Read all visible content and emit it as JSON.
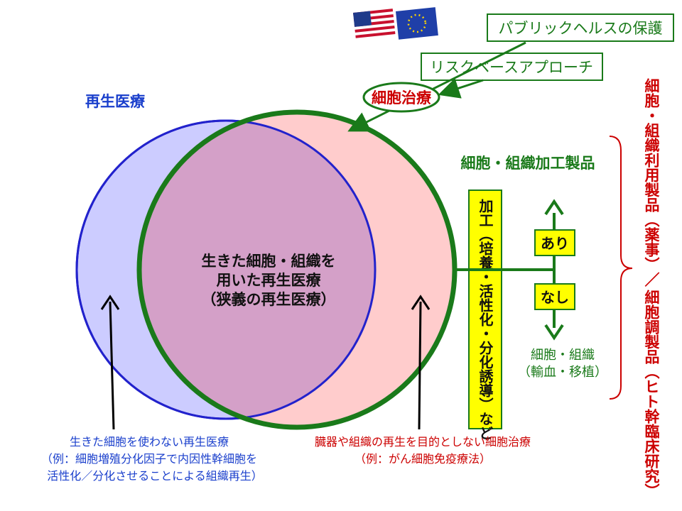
{
  "labels": {
    "public_health": "パブリックヘルスの保護",
    "risk_based": "リスクベースアプローチ",
    "cell_therapy": "細胞治療",
    "regenerative_medicine": "再生医療",
    "cell_tissue_products": "細胞・組織加工製品",
    "center_line1": "生きた細胞・組織を",
    "center_line2": "用いた再生医療",
    "center_line3": "（狭義の再生医療）",
    "processing_vertical": "加工︵培養・活性化・分化誘導︶など",
    "yes": "あり",
    "no": "なし",
    "transfusion_line1": "細胞・組織",
    "transfusion_line2": "（輸血・移植）",
    "right_vertical_line1": "細胞・組織利用製品︵薬事︶／",
    "right_vertical_line2": "細胞調製品︵ヒト幹臨床研究︶",
    "bottom_left_line1": "生きた細胞を使わない再生医療",
    "bottom_left_line2": "（例：細胞増殖分化因子で内因性幹細胞を",
    "bottom_left_line3": "活性化／分化させることによる組織再生）",
    "bottom_right_line1": "臓器や組織の再生を目的としない細胞治療",
    "bottom_right_line2": "（例：がん細胞免疫療法）"
  },
  "flags": [
    "us-flag",
    "eu-flag"
  ],
  "colors": {
    "blue_circle_fill": "#ccccff",
    "blue_circle_stroke": "#2222cc",
    "pink_circle_fill": "#ffcccc",
    "overlap_fill": "#d4a0c8",
    "green": "#1a7a1a",
    "label_box_fill": "#ffff00",
    "red_text": "#cc0000",
    "blue_text": "#1a3fcc"
  }
}
